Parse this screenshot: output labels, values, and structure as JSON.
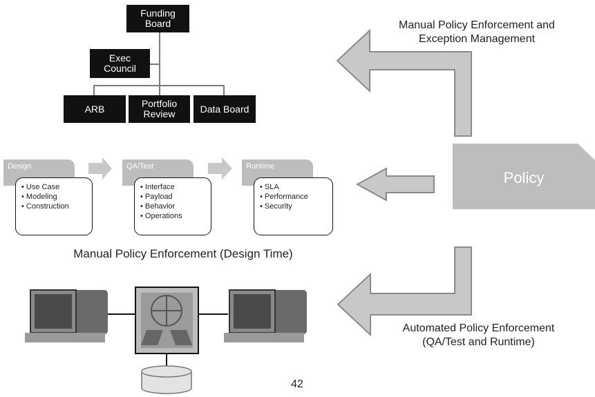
{
  "org_chart": {
    "funding_board": "Funding\nBoard",
    "exec_council": "Exec\nCouncil",
    "arb": "ARB",
    "portfolio_review": "Portfolio\nReview",
    "data_board": "Data Board"
  },
  "captions": {
    "manual_exception": "Manual Policy Enforcement and\nException Management",
    "manual_design": "Manual Policy Enforcement (Design Time)",
    "automated": "Automated Policy Enforcement\n(QA/Test and Runtime)"
  },
  "stages": [
    {
      "label": "Design",
      "items": [
        "Use Case",
        "Modeling",
        "Construction"
      ]
    },
    {
      "label": "QA/Test",
      "items": [
        "Interface",
        "Payload",
        "Behavior",
        "Operations"
      ]
    },
    {
      "label": "Runtime",
      "items": [
        "SLA",
        "Performance",
        "Security"
      ]
    }
  ],
  "policy": {
    "label": "Policy"
  },
  "page_number": "42",
  "colors": {
    "dark_box": "#111111",
    "arrow_fill": "#c8c8c8",
    "arrow_stroke": "#8a8a8a",
    "policy_fill": "#bdbdbd",
    "stage_tab": "#bdbdbd"
  },
  "icons": [
    "computer-icon",
    "network-hub-icon",
    "database-icon"
  ]
}
